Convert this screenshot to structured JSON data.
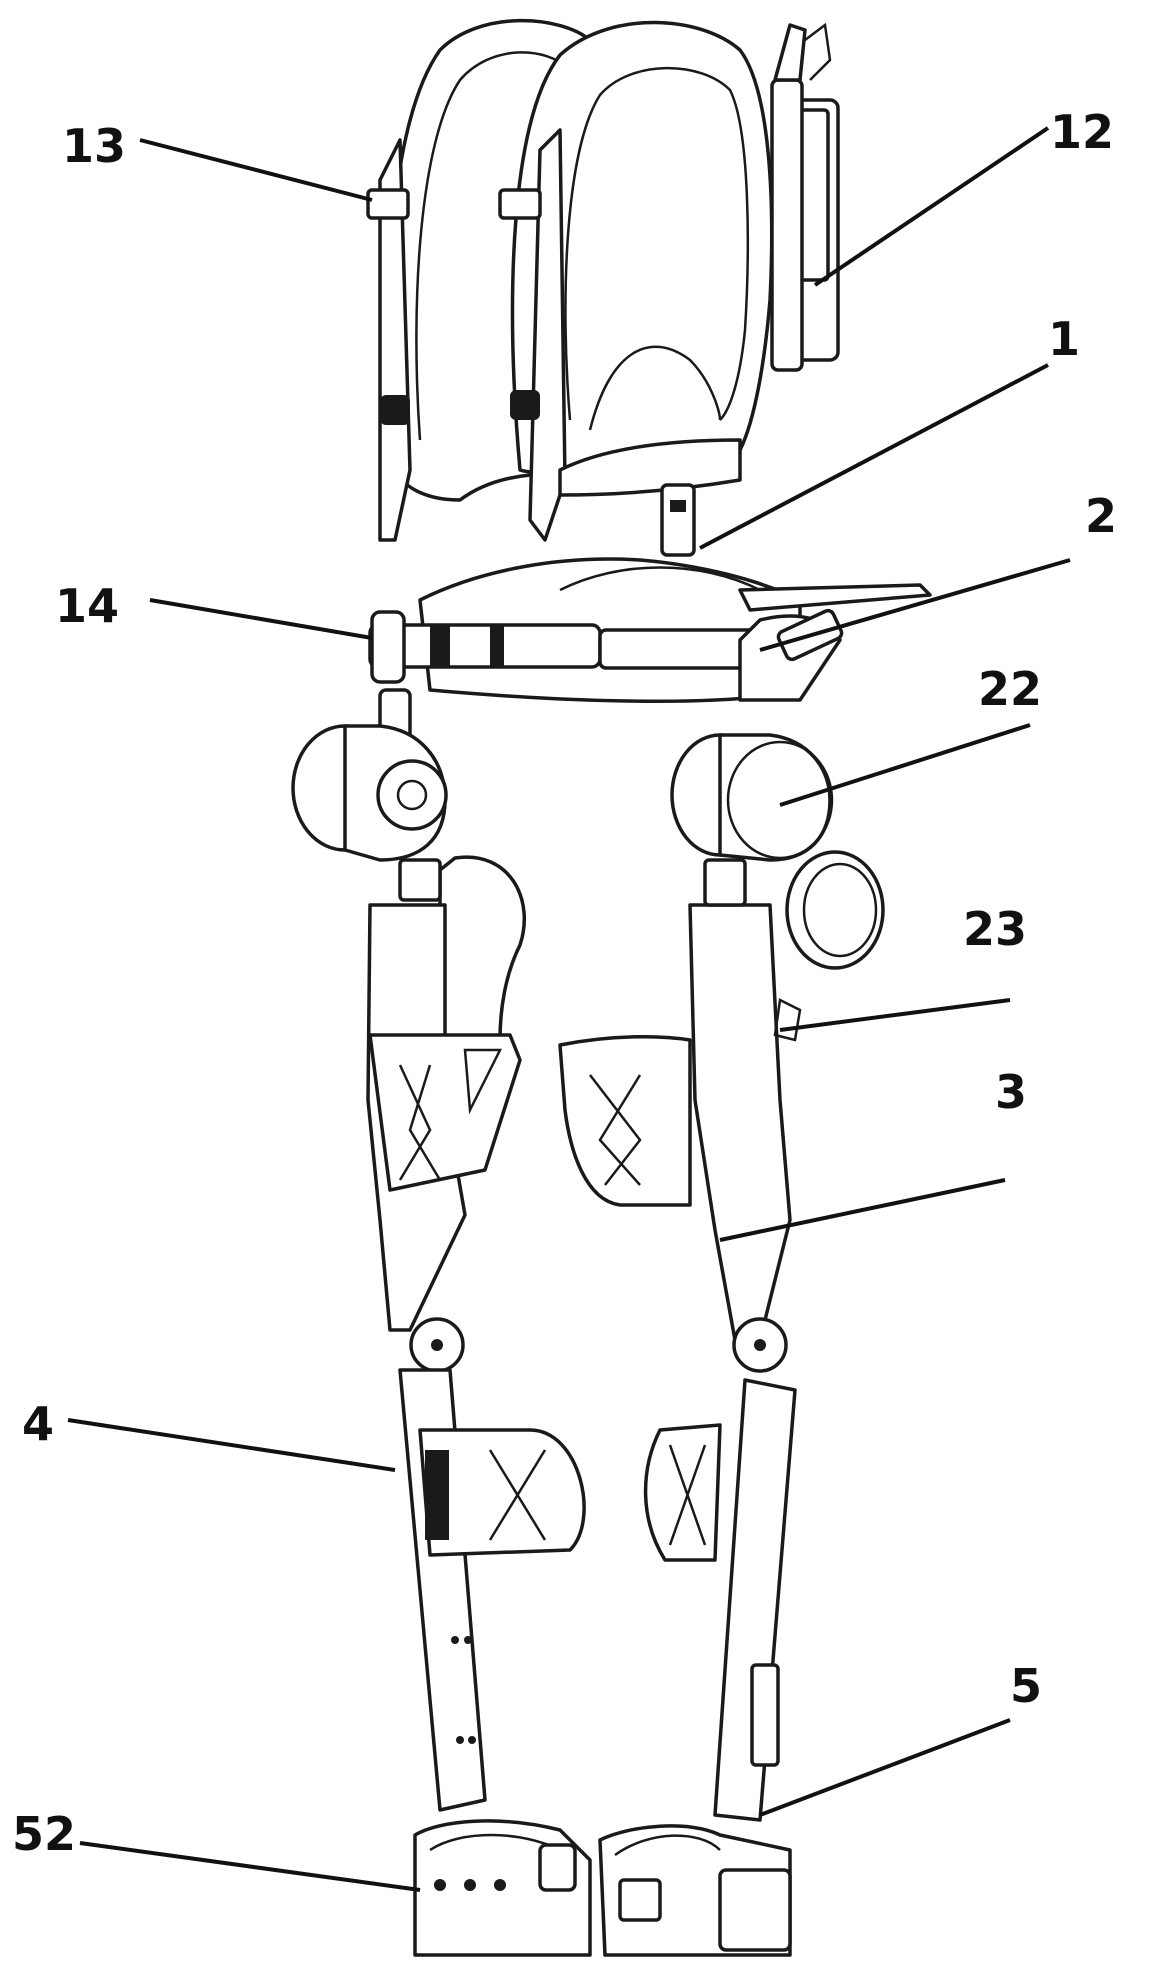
{
  "labels": {
    "l13": "13",
    "l12": "12",
    "l1": "1",
    "l2": "2",
    "l14": "14",
    "l22": "22",
    "l23": "23",
    "l3": "3",
    "l4": "4",
    "l5": "5",
    "l52": "52"
  }
}
